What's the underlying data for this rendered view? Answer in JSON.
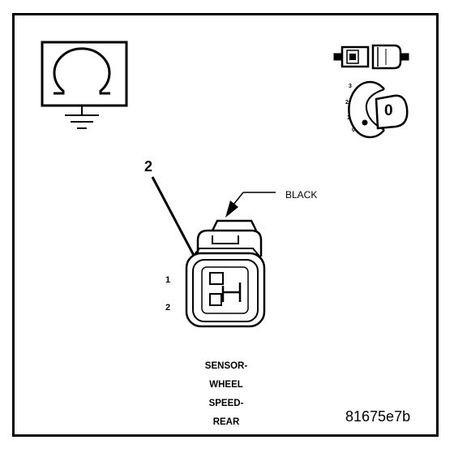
{
  "callout": {
    "number": "2"
  },
  "color_label": "BLACK",
  "pins": [
    {
      "label": "1"
    },
    {
      "label": "2"
    }
  ],
  "key_positions": [
    "3",
    "2",
    "1",
    "0"
  ],
  "key_letter": "0",
  "caption_lines": [
    "SENSOR-",
    "WHEEL",
    "SPEED-",
    "REAR"
  ],
  "figure_code": "81675e7b",
  "icons": {
    "ohmmeter": "ohmmeter-ground-icon",
    "connector": "connector-disconnected-icon",
    "ignition": "ignition-switch-off-icon"
  },
  "colors": {
    "ink": "#000000",
    "paper": "#ffffff"
  }
}
